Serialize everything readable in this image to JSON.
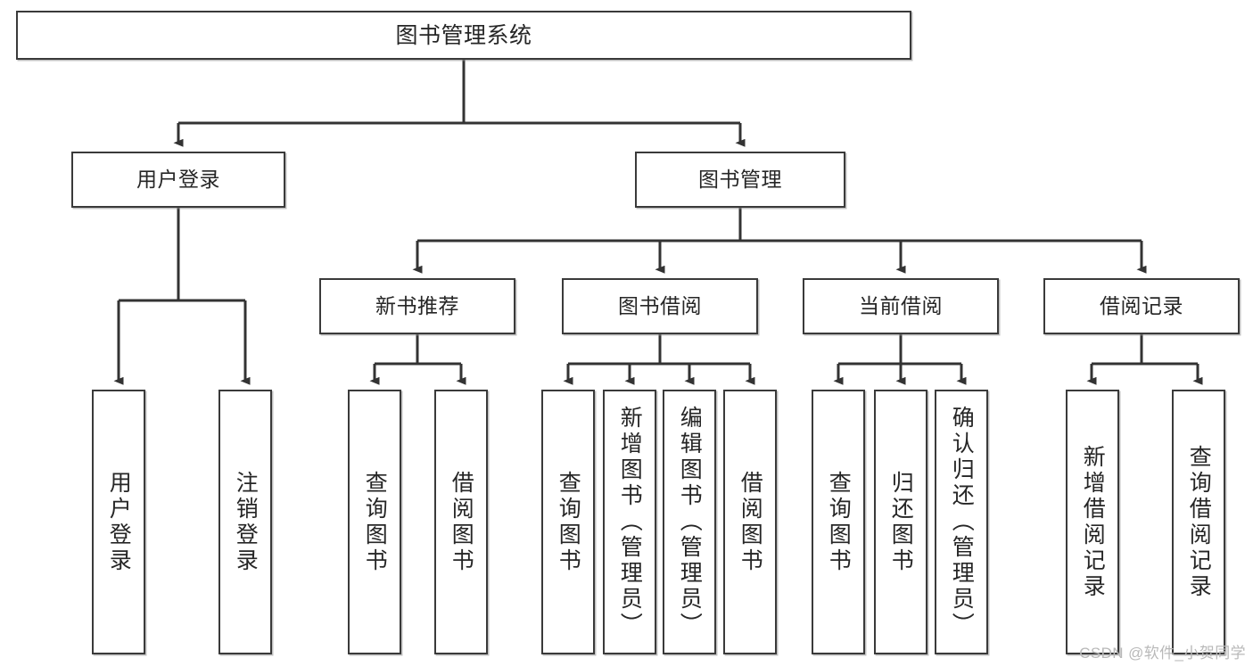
{
  "diagram": {
    "type": "tree-hierarchy-chart",
    "title": "图书管理系统",
    "watermark": "CSDN @软件_小贺同学",
    "colors": {
      "box_border": "#3a3a3a",
      "box_fill": "#ffffff",
      "connector": "#333333",
      "text": "#262626",
      "watermark": "#b9b9b9"
    },
    "levels": {
      "root": {
        "label": "图书管理系统"
      },
      "level2": [
        {
          "label": "用户登录"
        },
        {
          "label": "图书管理"
        }
      ],
      "level3": [
        {
          "label": "新书推荐"
        },
        {
          "label": "图书借阅"
        },
        {
          "label": "当前借阅"
        },
        {
          "label": "借阅记录"
        }
      ],
      "leaves": {
        "user_login": [
          {
            "label": "用户登录"
          },
          {
            "label": "注销登录"
          }
        ],
        "new_book_recommend": [
          {
            "label": "查询图书"
          },
          {
            "label": "借阅图书"
          }
        ],
        "book_borrow": [
          {
            "label": "查询图书"
          },
          {
            "label": "新增图书（管理员）"
          },
          {
            "label": "编辑图书（管理员）"
          },
          {
            "label": "借阅图书"
          }
        ],
        "current_borrow": [
          {
            "label": "查询图书"
          },
          {
            "label": "归还图书"
          },
          {
            "label": "确认归还（管理员）"
          }
        ],
        "borrow_record": [
          {
            "label": "新增借阅记录"
          },
          {
            "label": "查询借阅记录"
          }
        ]
      }
    }
  }
}
